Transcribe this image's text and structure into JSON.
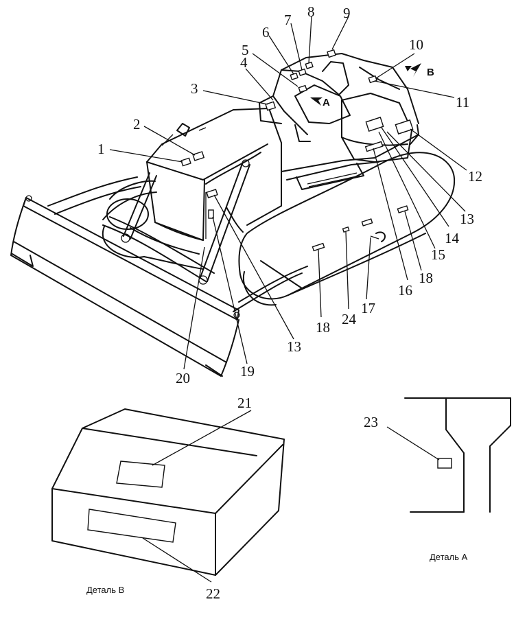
{
  "callouts": [
    "1",
    "2",
    "3",
    "4",
    "5",
    "6",
    "7",
    "8",
    "9",
    "10",
    "11",
    "12",
    "13",
    "14",
    "15",
    "16",
    "17",
    "18",
    "19",
    "20",
    "21",
    "22",
    "23",
    "24"
  ],
  "view_arrows": {
    "a": "A",
    "b": "B"
  },
  "captions": {
    "detail_a": "Деталь А",
    "detail_b": "Деталь В"
  }
}
